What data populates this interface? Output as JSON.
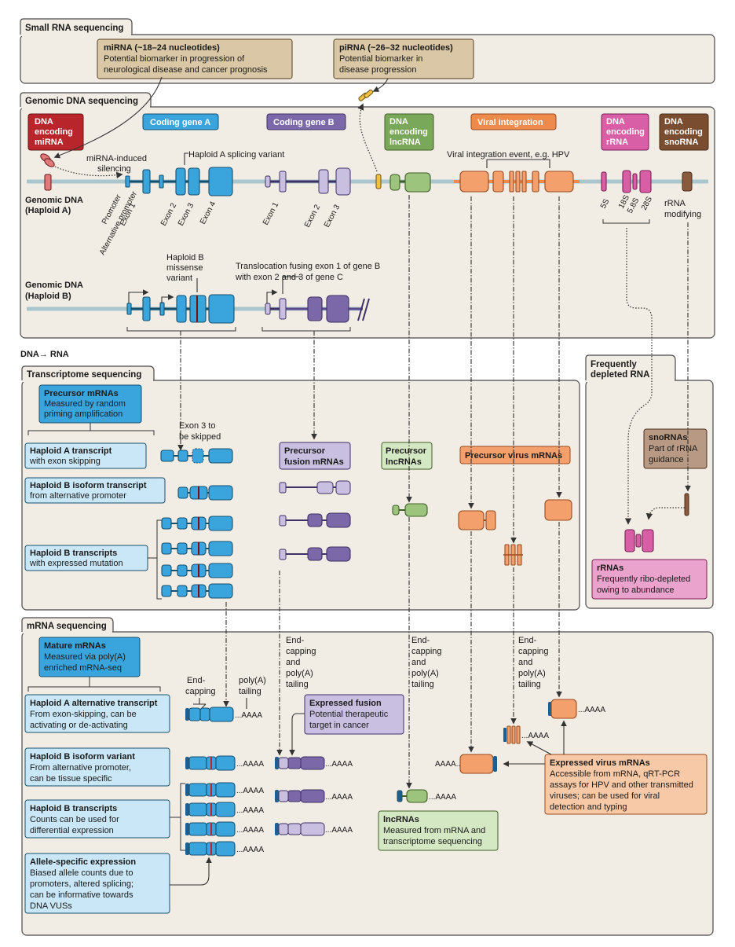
{
  "sections": {
    "small_rna": "Small RNA sequencing",
    "genomic": "Genomic DNA sequencing",
    "dna_rna": "DNA→ RNA",
    "transcriptome": "Transcriptome sequencing",
    "depleted": [
      "Frequently",
      "depleted RNA"
    ],
    "mrna": "mRNA sequencing"
  },
  "small_rna_boxes": {
    "mirna": {
      "title": "miRNA (~18–24 nucleotides)",
      "lines": [
        "Potential biomarker in progression of",
        "neurological disease and cancer prognosis"
      ]
    },
    "pirna": {
      "title": "piRNA (~26–32 nucleotides)",
      "lines": [
        "Potential biomarker in",
        "disease progression"
      ]
    }
  },
  "genomic_tags": {
    "dna_mirna": [
      "DNA",
      "encoding",
      "miRNA"
    ],
    "coding_a": "Coding gene A",
    "coding_b": "Coding gene B",
    "dna_lncrna": [
      "DNA",
      "encoding",
      "lncRNA"
    ],
    "viral": "Viral integration",
    "dna_rrna": [
      "DNA",
      "encoding",
      "rRNA"
    ],
    "dna_snorna": [
      "DNA",
      "encoding",
      "snoRNA"
    ]
  },
  "genomic_labels": {
    "haploid_a": [
      "Genomic DNA",
      "(Haploid A)"
    ],
    "haploid_b": [
      "Genomic DNA",
      "(Haploid B)"
    ],
    "mirna_silencing": [
      "miRNA-induced",
      "silencing"
    ],
    "splicing_variant": "Haploid A splicing variant",
    "viral_event": "Viral integration event, e.g. HPV",
    "rrna_modifying": [
      "rRNA",
      "modifying"
    ],
    "promoter": "Promoter",
    "exon1": "Exon 1",
    "alt_promoter": "Alternative promoter",
    "exon2": "Exon 2",
    "exon3": "Exon 3",
    "exon4": "Exon 4",
    "b_exon1": "Exon 1",
    "b_exon2": "Exon 2",
    "b_exon3": "Exon 3",
    "r5s": "5S",
    "r18s": "18S",
    "r58s": "5.8S",
    "r28s": "28S",
    "missense": [
      "Haploid B",
      "missense",
      "variant"
    ],
    "translocation": [
      "Translocation fusing exon 1 of gene B",
      "with exon 2 and 3 of gene C"
    ]
  },
  "transcriptome": {
    "precursor_mrnas": {
      "title": "Precursor mRNAs",
      "lines": [
        "Measured by random",
        "priming amplification"
      ]
    },
    "haploid_a_tx": {
      "title": "Haploid A transcript",
      "line": "with exon skipping"
    },
    "haploid_b_iso": {
      "title": "Haploid B isoform transcript",
      "line": "from alternative promoter"
    },
    "haploid_b_tx": {
      "title": "Haploid B transcripts",
      "line": "with expressed mutation"
    },
    "exon3_skip": [
      "Exon 3 to",
      "be skipped"
    ],
    "precursor_fusion": [
      "Precursor",
      "fusion mRNAs"
    ],
    "precursor_lnc": [
      "Precursor",
      "lncRNAs"
    ],
    "precursor_virus": "Precursor virus mRNAs",
    "snornas": {
      "title": "snoRNAs",
      "lines": [
        "Part of rRNA",
        "guidance"
      ]
    },
    "rrnas": {
      "title": "rRNAs",
      "lines": [
        "Frequently ribo-depleted",
        "owing to abundance"
      ]
    }
  },
  "mrna_seq": {
    "mature": {
      "title": "Mature mRNAs",
      "lines": [
        "Measured via poly(A)",
        "enriched mRNA-seq"
      ]
    },
    "hap_a_alt": {
      "title": "Haploid A alternative transcript",
      "lines": [
        "From exon-skipping, can be",
        "activating or de-activating"
      ]
    },
    "hap_b_iso": {
      "title": "Haploid B isoform variant",
      "lines": [
        "From alternative promoter,",
        "can be tissue specific"
      ]
    },
    "hap_b_tx": {
      "title": "Haploid B transcripts",
      "lines": [
        "Counts can be used for",
        "differential expression"
      ]
    },
    "allele": {
      "title": "Allele-specific expression",
      "lines": [
        "Biased allele counts due to",
        "promoters, altered splicing;",
        "can be informative towards",
        "DNA VUSs"
      ]
    },
    "end_capping": [
      "End-",
      "capping"
    ],
    "polya_tailing": [
      "poly(A)",
      "tailing"
    ],
    "end_cap_poly": [
      "End-",
      "capping",
      "and",
      "poly(A)",
      "tailing"
    ],
    "expressed_fusion": {
      "title": "Expressed fusion",
      "lines": [
        "Potential therapeutic",
        "target in cancer"
      ]
    },
    "lncrnas": {
      "title": "lncRNAs",
      "lines": [
        "Measured from mRNA and",
        "transcriptome sequencing"
      ]
    },
    "expressed_virus": {
      "title": "Expressed virus mRNAs",
      "lines": [
        "Accessible from mRNA, qRT-PCR",
        "assays for HPV and other transmitted",
        "viruses; can be used for viral",
        "detection and typing"
      ]
    },
    "aaaa": "AAAA",
    "aaaa_dots": "...AAAA",
    "aaaa_left": "AAAA..."
  },
  "colors": {
    "panel": "#f2ede4",
    "blue": "#3aa5dd",
    "purple": "#7a68a8",
    "green": "#9cc47c",
    "orange": "#f3a06c",
    "pink": "#d85fa6",
    "brown": "#8a5a3c",
    "red": "#b8262c"
  }
}
